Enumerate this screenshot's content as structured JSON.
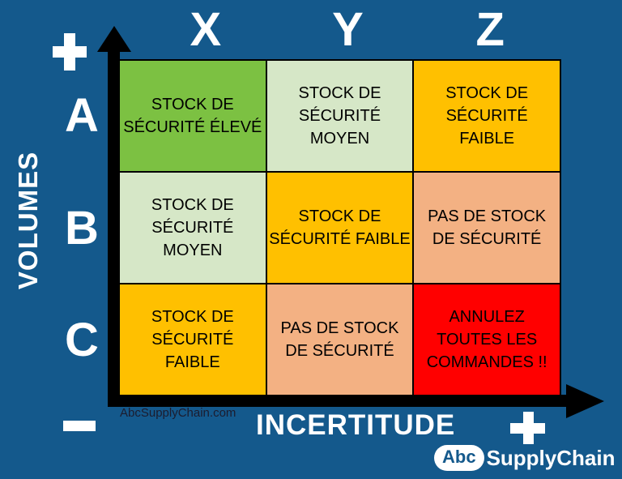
{
  "colors": {
    "background": "#14598C",
    "axis_black": "#000000",
    "cell_green": "#7CC142",
    "cell_light_green": "#D6E7C7",
    "cell_gold": "#FFC000",
    "cell_salmon": "#F3B183",
    "cell_red": "#FF0000",
    "label_white": "#FFFFFF"
  },
  "x_axis": {
    "label": "INCERTITUDE",
    "right_sign": "+",
    "categories": [
      "X",
      "Y",
      "Z"
    ]
  },
  "y_axis": {
    "label": "VOLUMES",
    "top_sign": "+",
    "bottom_sign": "−",
    "categories": [
      "A",
      "B",
      "C"
    ]
  },
  "matrix": {
    "cells": [
      {
        "row": "A",
        "col": "X",
        "text": "STOCK DE\nSÉCURITÉ ÉLEVÉ",
        "color": "#7CC142"
      },
      {
        "row": "A",
        "col": "Y",
        "text": "STOCK DE\nSÉCURITÉ\nMOYEN",
        "color": "#D6E7C7"
      },
      {
        "row": "A",
        "col": "Z",
        "text": "STOCK DE\nSÉCURITÉ\nFAIBLE",
        "color": "#FFC000"
      },
      {
        "row": "B",
        "col": "X",
        "text": "STOCK DE\nSÉCURITÉ\nMOYEN",
        "color": "#D6E7C7"
      },
      {
        "row": "B",
        "col": "Y",
        "text": "STOCK DE\nSÉCURITÉ FAIBLE",
        "color": "#FFC000"
      },
      {
        "row": "B",
        "col": "Z",
        "text": "PAS DE STOCK\nDE SÉCURITÉ",
        "color": "#F3B183"
      },
      {
        "row": "C",
        "col": "X",
        "text": "STOCK DE\nSÉCURITÉ\nFAIBLE",
        "color": "#FFC000"
      },
      {
        "row": "C",
        "col": "Y",
        "text": "PAS DE STOCK\nDE SÉCURITÉ",
        "color": "#F3B183"
      },
      {
        "row": "C",
        "col": "Z",
        "text": "ANNULEZ\nTOUTES LES\nCOMMANDES !!",
        "color": "#FF0000"
      }
    ]
  },
  "footer": {
    "website": "AbcSupplyChain.com",
    "brand": {
      "abc": "Abc",
      "name": "SupplyChain"
    }
  }
}
